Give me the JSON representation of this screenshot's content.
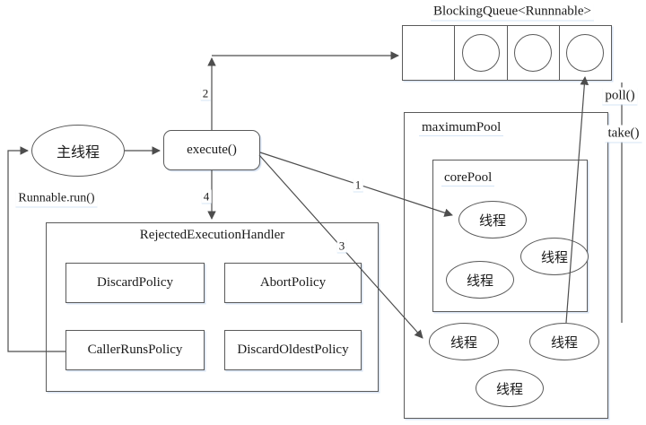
{
  "queue": {
    "title": "BlockingQueue<Runnnable>",
    "cells": [
      {
        "filled": false
      },
      {
        "filled": true
      },
      {
        "filled": true
      },
      {
        "filled": true
      }
    ]
  },
  "nodes": {
    "main_thread": "主线程",
    "execute": "execute()",
    "runnable_run": "Runnable.run()",
    "poll": "poll()",
    "take": "take()"
  },
  "handler": {
    "title": "RejectedExecutionHandler",
    "policies": [
      "DiscardPolicy",
      "AbortPolicy",
      "CallerRunsPolicy",
      "DiscardOldestPolicy"
    ]
  },
  "pool": {
    "maximum_label": "maximumPool",
    "core_label": "corePool",
    "core_threads": [
      {
        "label": "线程"
      },
      {
        "label": "线程"
      },
      {
        "label": "线程"
      }
    ],
    "extra_threads": [
      {
        "label": "线程"
      },
      {
        "label": "线程"
      },
      {
        "label": "线程"
      }
    ]
  },
  "edge_labels": {
    "e1": "1",
    "e2": "2",
    "e3": "3",
    "e4": "4"
  },
  "colors": {
    "line": "#4d4d4d",
    "border": "#5a5a5a",
    "label_background": "#ffffff",
    "text": "#1a1a1a"
  }
}
